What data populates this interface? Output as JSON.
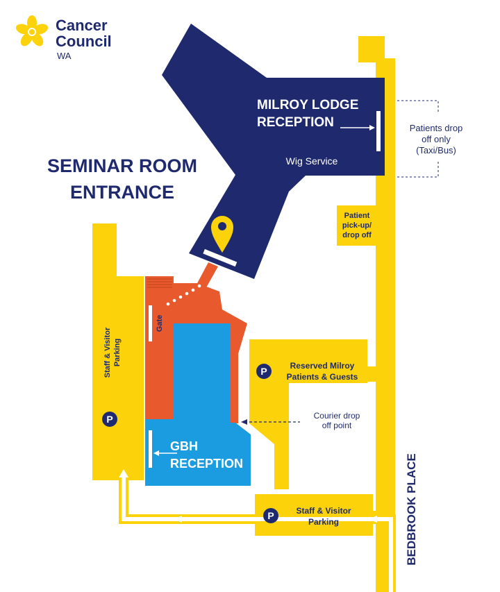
{
  "brand": {
    "line1": "Cancer",
    "line2": "Council",
    "line3": "WA"
  },
  "headline": {
    "line1": "SEMINAR ROOM",
    "line2": "ENTRANCE"
  },
  "milroy": {
    "reception_line1": "MILROY LODGE",
    "reception_line2": "RECEPTION",
    "wig_service": "Wig Service"
  },
  "dropoff_note": {
    "line1": "Patients drop",
    "line2": "off only",
    "line3": "(Taxi/Bus)"
  },
  "pickup": {
    "line1": "Patient",
    "line2": "pick-up/",
    "line3": "drop off"
  },
  "gate": "Gate",
  "staff_parking_left": {
    "line1": "Staff & Visitor",
    "line2": "Parking"
  },
  "reserved_parking": {
    "line1": "Reserved Milroy",
    "line2": "Patients & Guests"
  },
  "courier": {
    "line1": "Courier drop",
    "line2": "off point"
  },
  "gbh": {
    "line1": "GBH",
    "line2": "RECEPTION"
  },
  "staff_parking_bottom": {
    "line1": "Staff & Visitor",
    "line2": "Parking"
  },
  "street": "BEDBROOK PLACE",
  "parking_symbol": "P",
  "colors": {
    "navy": "#1f2a6e",
    "yellow": "#fcd20b",
    "orange": "#e85a2d",
    "blue": "#1b9be0",
    "white": "#ffffff"
  }
}
